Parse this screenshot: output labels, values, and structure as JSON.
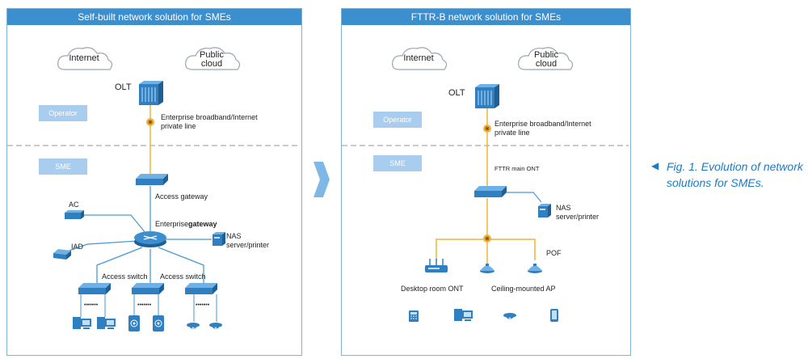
{
  "left": {
    "title": "Self-built network solution for SMEs",
    "clouds": [
      "Internet",
      "Public cloud"
    ],
    "olt": "OLT",
    "operator": "Operator",
    "sme": "SME",
    "line": "Enterprise broadband/Internet private line",
    "access_gateway": "Access gateway",
    "ac": "AC",
    "enterprise_gateway_prefix": "Enterprise",
    "enterprise_gateway_bold": "gateway",
    "iad": "IAD",
    "nas": "NAS server/printer",
    "access_switch_1": "Access switch",
    "access_switch_2": "Access switch",
    "dots": "•••••••"
  },
  "right": {
    "title": "FTTR-B network solution for SMEs",
    "clouds": [
      "Internet",
      "Public cloud"
    ],
    "olt": "OLT",
    "operator": "Operator",
    "sme": "SME",
    "line": "Enterprise broadband/Internet private line",
    "main_ont": "FTTR main ONT",
    "nas": "NAS server/printer",
    "pof": "POF",
    "desktop_ont": "Desktop room ONT",
    "ceiling_ap": "Ceiling-mounted AP"
  },
  "caption": "Fig. 1. Evolution of network solutions for SMEs.",
  "colors": {
    "header": "#3c8fcf",
    "tag": "#a9cdee",
    "fiber": "#f0b43c",
    "device": "#2f7fc1",
    "line": "#4a9ad4",
    "caption": "#1f7ac4"
  }
}
